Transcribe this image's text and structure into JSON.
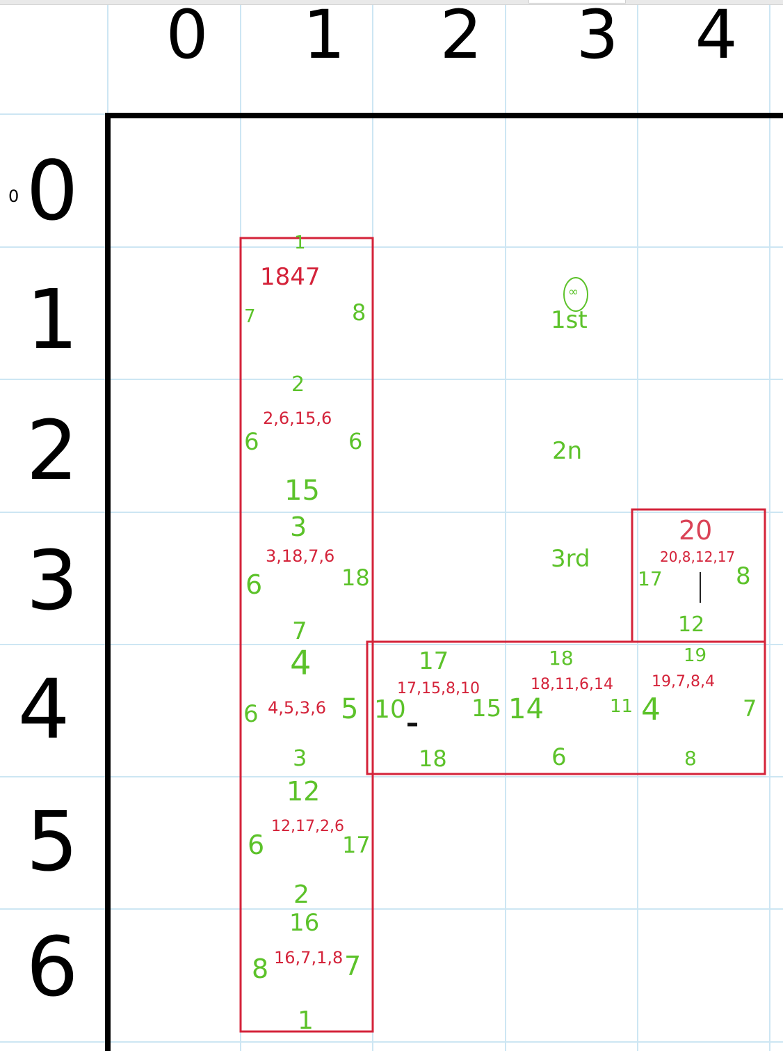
{
  "colors": {
    "grid": "#cde6f3",
    "axis": "#000000",
    "box": "#d4233a",
    "green": "#5cc22a",
    "red": "#d4233a"
  },
  "column_headers": [
    "0",
    "1",
    "2",
    "3",
    "4"
  ],
  "row_headers": [
    "0",
    "1",
    "2",
    "3",
    "4",
    "5",
    "6"
  ],
  "small_zero": "0",
  "row_labels": {
    "first": "1st",
    "first_mark": "∞",
    "second": "2n",
    "third": "3rd"
  },
  "cells": {
    "r1c1": {
      "id": "1847",
      "top": "1",
      "left": "7",
      "right": "8"
    },
    "r2c1": {
      "id": "2,6,15,6",
      "top": "2",
      "left": "6",
      "right": "6",
      "bottom": "15"
    },
    "r3c1": {
      "id": "3,18,7,6",
      "top": "3",
      "left": "6",
      "right": "18",
      "bottom": "7"
    },
    "r4c1": {
      "id": "4,5,3,6",
      "top": "4",
      "left": "6",
      "right": "5",
      "bottom": "3"
    },
    "r5c1": {
      "id": "12,17,2,6",
      "top": "12",
      "left": "6",
      "right": "17",
      "bottom": "2"
    },
    "r6c1": {
      "id": "16,7,1,8",
      "top": "16",
      "left": "8",
      "right": "7",
      "bottom": "1"
    },
    "r3c4": {
      "id": "20,8,12,17",
      "top": "20",
      "left": "17",
      "right": "8",
      "bottom": "12"
    },
    "r4c2": {
      "id": "17,15,8,10",
      "top": "17",
      "left": "10",
      "right": "15",
      "bottom": "18"
    },
    "r4c3": {
      "id": "18,11,6,14",
      "top": "18",
      "left": "14",
      "right": "11",
      "bottom": "6"
    },
    "r4c4": {
      "id": "19,7,8,4",
      "top": "19",
      "left": "4",
      "right": "7",
      "bottom": "8"
    }
  }
}
